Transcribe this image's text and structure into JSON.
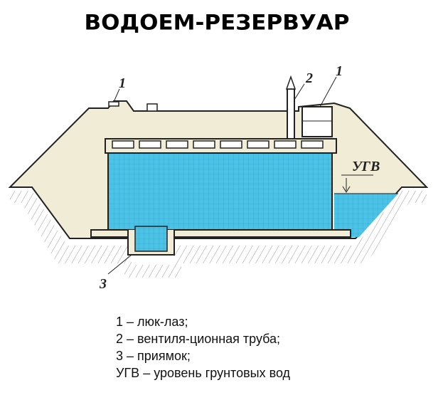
{
  "title": "ВОДОЕМ-РЕЗЕРВУАР",
  "diagram": {
    "callouts": [
      "1",
      "2",
      "1",
      "3"
    ],
    "groundwater_label": "УГВ"
  },
  "legend": [
    "1 – люк-лаз;",
    "2 – вентиля-ционная труба;",
    "3 – приямок;",
    "УГВ – уровень грунтовых вод"
  ],
  "colors": {
    "water": "#4cc3e6",
    "soil": "#f1ecd6",
    "outline": "#222222"
  }
}
